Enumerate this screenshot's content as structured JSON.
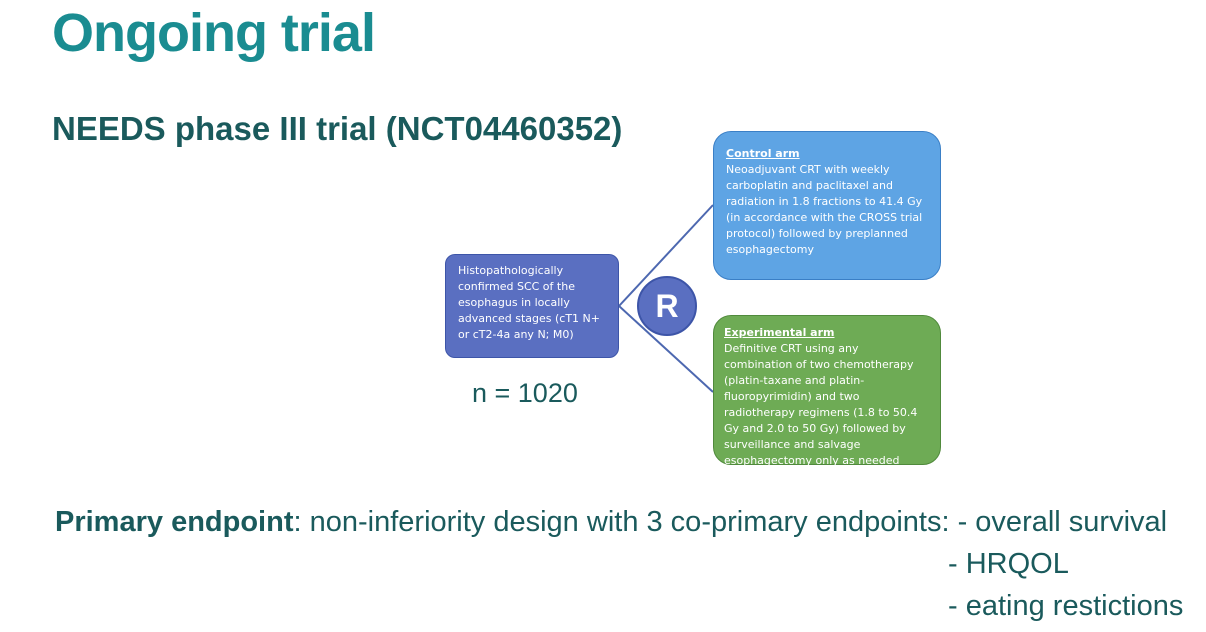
{
  "title": "Ongoing trial",
  "subtitle": "NEEDS phase III trial (NCT04460352)",
  "patients": {
    "description": "Histopathologically confirmed SCC of the esophagus in locally advanced stages (cT1 N+ or cT2-4a any N; M0)",
    "n_label": "n = 1020"
  },
  "randomization": {
    "label": "R"
  },
  "control_arm": {
    "heading": "Control arm",
    "text": "Neoadjuvant CRT with weekly carboplatin and paclitaxel and radiation in 1.8 fractions to 41.4 Gy (in accordance with the CROSS trial protocol) followed by preplanned esophagectomy"
  },
  "experimental_arm": {
    "heading": "Experimental arm",
    "text": "Definitive CRT using any combination of two chemotherapy (platin-taxane and platin-fluoropyrimidin) and two radiotherapy regimens (1.8 to 50.4 Gy and 2.0 to 50 Gy) followed by surveillance and salvage esophagectomy only as needed"
  },
  "primary_endpoint": {
    "label": "Primary endpoint",
    "text": ": non-inferiority design with 3 co-primary endpoints: ",
    "items": [
      "- overall survival",
      "- HRQOL",
      "- eating restictions"
    ]
  },
  "colors": {
    "title": "#1a8c91",
    "patients_box": "#5a6fc1",
    "control_box": "#5ea4e4",
    "experimental_box": "#6eab55"
  }
}
